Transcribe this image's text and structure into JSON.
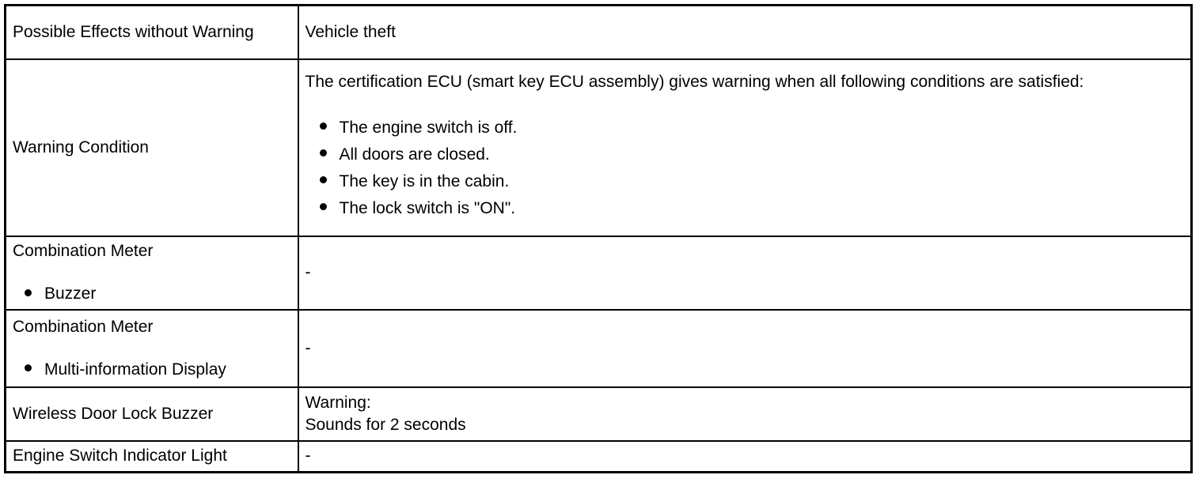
{
  "table": {
    "rows": [
      {
        "label": "Possible Effects without Warning",
        "value": "Vehicle theft"
      },
      {
        "label": "Warning Condition",
        "value_intro": "The certification ECU (smart key ECU assembly) gives warning when all following conditions are satisfied:",
        "value_bullets": [
          "The engine switch is off.",
          "All doors are closed.",
          "The key is in the cabin.",
          "The lock switch is \"ON\"."
        ]
      },
      {
        "label": "Combination Meter",
        "label_bullet": "Buzzer",
        "value": "-"
      },
      {
        "label": "Combination Meter",
        "label_bullet": "Multi-information Display",
        "value": "-"
      },
      {
        "label": "Wireless Door Lock Buzzer",
        "value_line1": "Warning:",
        "value_line2": "Sounds for 2 seconds"
      },
      {
        "label": "Engine Switch Indicator Light",
        "value": "-"
      }
    ]
  }
}
